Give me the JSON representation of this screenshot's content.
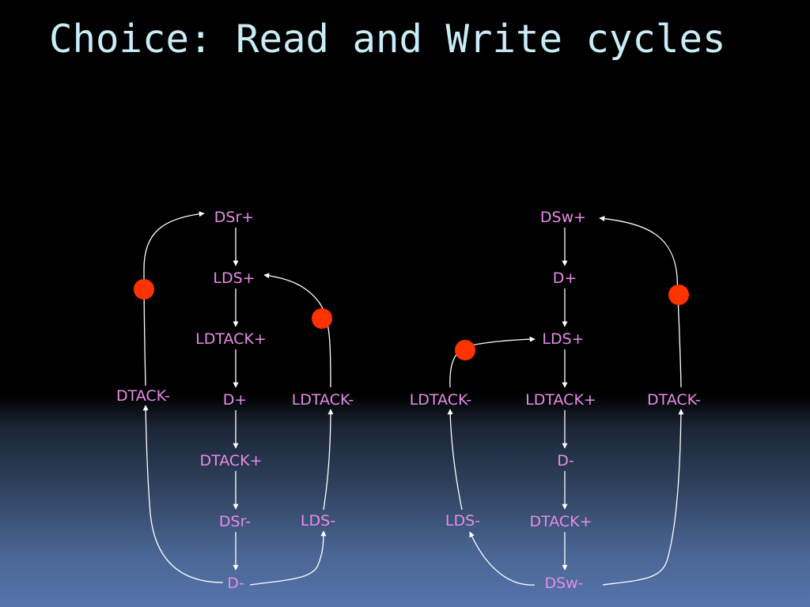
{
  "title": "Choice: Read and Write cycles",
  "colors": {
    "background_top": "#000000",
    "background_bottom": "#5575aa",
    "title": "#c9ecf6",
    "node_label": "#e78be8",
    "arc": "#ffffff",
    "token": "#ff3300"
  },
  "read_cycle": {
    "nodes": {
      "dsr_plus": "DSr+",
      "lds_plus": "LDS+",
      "ldtack_plus": "LDTACK+",
      "d_plus": "D+",
      "dtack_plus": "DTACK+",
      "dsr_minus": "DSr-",
      "d_minus": "D-",
      "dtack_minus": "DTACK-",
      "ldtack_minus": "LDTACK-",
      "lds_minus": "LDS-"
    }
  },
  "write_cycle": {
    "nodes": {
      "dsw_plus": "DSw+",
      "d_plus": "D+",
      "lds_plus": "LDS+",
      "ldtack_plus": "LDTACK+",
      "d_minus": "D-",
      "dtack_plus": "DTACK+",
      "dsw_minus": "DSw-",
      "ldtack_minus": "LDTACK-",
      "lds_minus": "LDS-",
      "dtack_minus": "DTACK-"
    }
  }
}
